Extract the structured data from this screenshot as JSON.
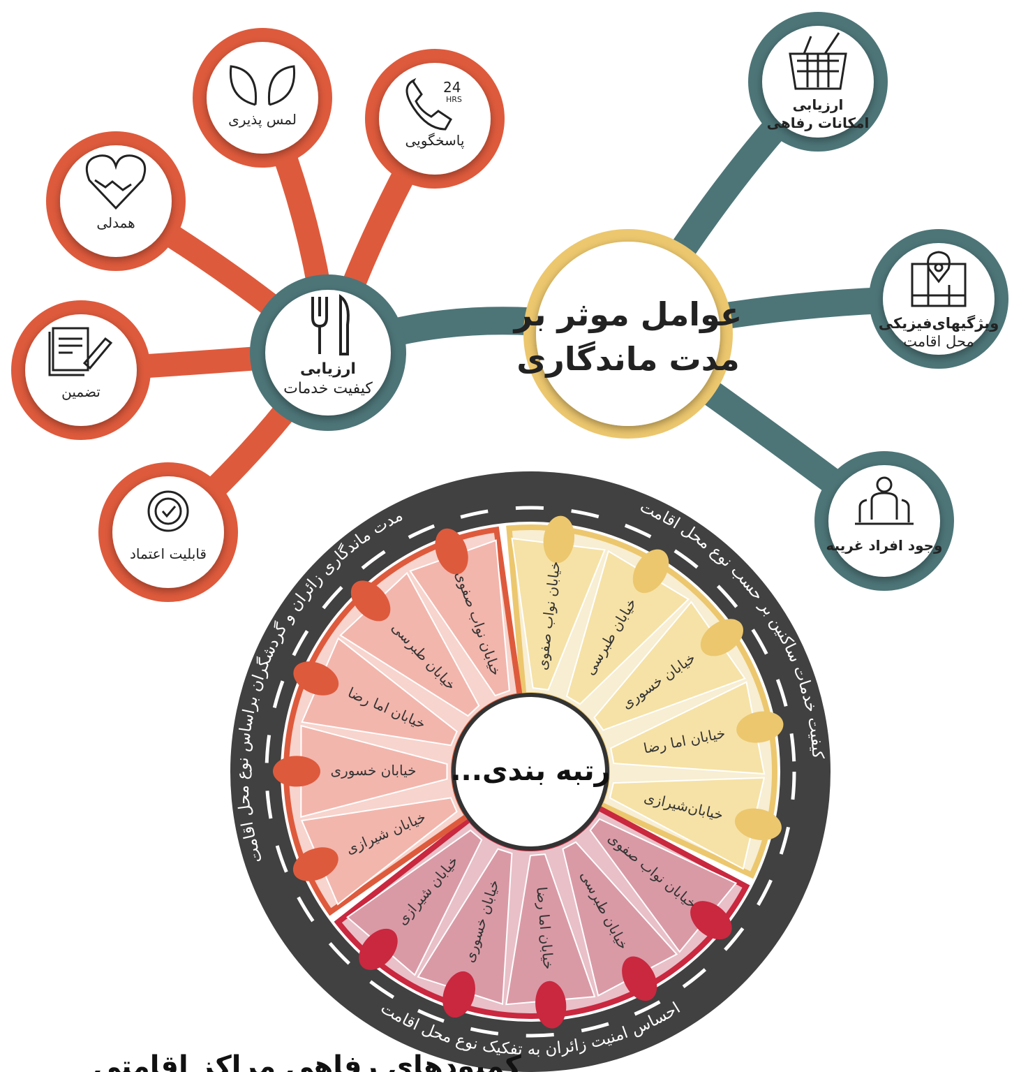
{
  "colors": {
    "orange": "#de5a3c",
    "teal": "#4d7578",
    "gold": "#ecc76e",
    "road": "#414141",
    "crimson": "#c9283f",
    "pink_cone": "#f2b6ad",
    "yellow_cone": "#f6e2a6",
    "rose_cone": "#d99aa6"
  },
  "center": {
    "line1": "عوامل موثر بر",
    "line2": "مدت ماندگاری"
  },
  "service_quality": {
    "icon": "fork-knife-icon",
    "line1": "ارزیابی",
    "line2": "کیفیت خدمات",
    "children": [
      {
        "label": "لمس پذیری",
        "icon": "leaves-icon"
      },
      {
        "label": "پاسخگویی",
        "icon": "phone-24-icon",
        "badge_top": "24",
        "badge_bottom": "HRS"
      },
      {
        "label": "همدلی",
        "icon": "heart-icon"
      },
      {
        "label": "تضمین",
        "icon": "document-pen-icon"
      },
      {
        "label": "قابلیت اعتماد",
        "icon": "check-badge-icon"
      }
    ]
  },
  "right_branches": [
    {
      "line1": "ارزیابی",
      "line2": "امکانات رفاهی",
      "icon": "basket-icon"
    },
    {
      "line1": "ویژگیهای‌فیزیکی",
      "line2": "محل اقامت",
      "icon": "map-pin-icon"
    },
    {
      "line1": "وجود افراد غریبه",
      "line2": "",
      "icon": "people-icon"
    }
  ],
  "ranking": {
    "center_label": "رتبه بندی...",
    "yellow_segment": [
      "خیابان نواب صفوی",
      "خیابان طبرسی",
      "خیابان خسوری",
      "خیابان اما رضا",
      "خیابان‌شیرازی"
    ],
    "orange_segment": [
      "خیابان شیرازی",
      "خیابان خسوری",
      "خیابان اما رضا",
      "خیابان طبرسی",
      "خیابان نواب صفوی"
    ],
    "crimson_segment": [
      "خیابان نواب صفوی",
      "خیابان طبرسی",
      "خیابان اما رضا",
      "خیابان خسوری",
      "خیابان شیرازی"
    ]
  },
  "roads": {
    "right": "کیفیت خدمات ساکنین بر حسب نوع محل اقامت",
    "left": "مدت ماندگاری زائران و گردشگران براساس نوع محل اقامت",
    "bottom": "احساس امنیت زائران به تفکیک نوع محل اقامت"
  },
  "footer_title": "کمبودهای رفاهی مراکز اقامتی"
}
